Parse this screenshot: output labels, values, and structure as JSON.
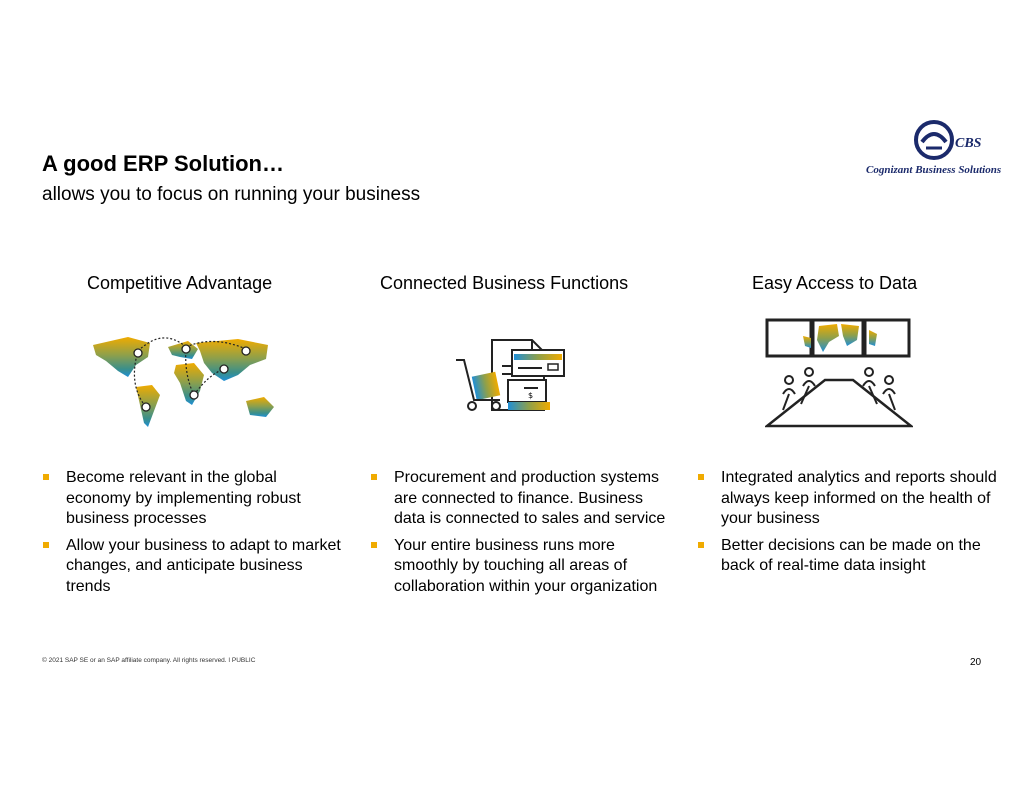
{
  "header": {
    "title": "A good ERP Solution…",
    "subtitle": "allows you to focus on running your business"
  },
  "logo": {
    "mark": "CBS",
    "tagline": "Cognizant Business Solutions"
  },
  "columns": [
    {
      "heading": "Competitive Advantage",
      "icon": "world-map-icon",
      "bullets": [
        "Become relevant in the global economy by implementing robust business processes",
        "Allow your business to adapt to market changes, and anticipate business trends"
      ]
    },
    {
      "heading": "Connected Business Functions",
      "icon": "documents-cart-icon",
      "bullets": [
        "Procurement and production systems are connected to finance. Business data is connected to sales and service",
        "Your entire business runs more smoothly by touching all areas of collaboration within your organization"
      ]
    },
    {
      "heading": "Easy Access to Data",
      "icon": "meeting-room-icon",
      "bullets": [
        "Integrated analytics and reports should always keep informed on the health of your business",
        "Better decisions can be made on the back of real-time data insight"
      ]
    }
  ],
  "footer": {
    "copyright": "© 2021 SAP SE or an SAP affiliate company. All rights reserved.  ǀ  PUBLIC",
    "page_number": "20"
  },
  "colors": {
    "accent": "#f0ab00",
    "teal": "#3a8f8a",
    "blue": "#1f8fd6",
    "logo_blue": "#1b2a6b"
  }
}
